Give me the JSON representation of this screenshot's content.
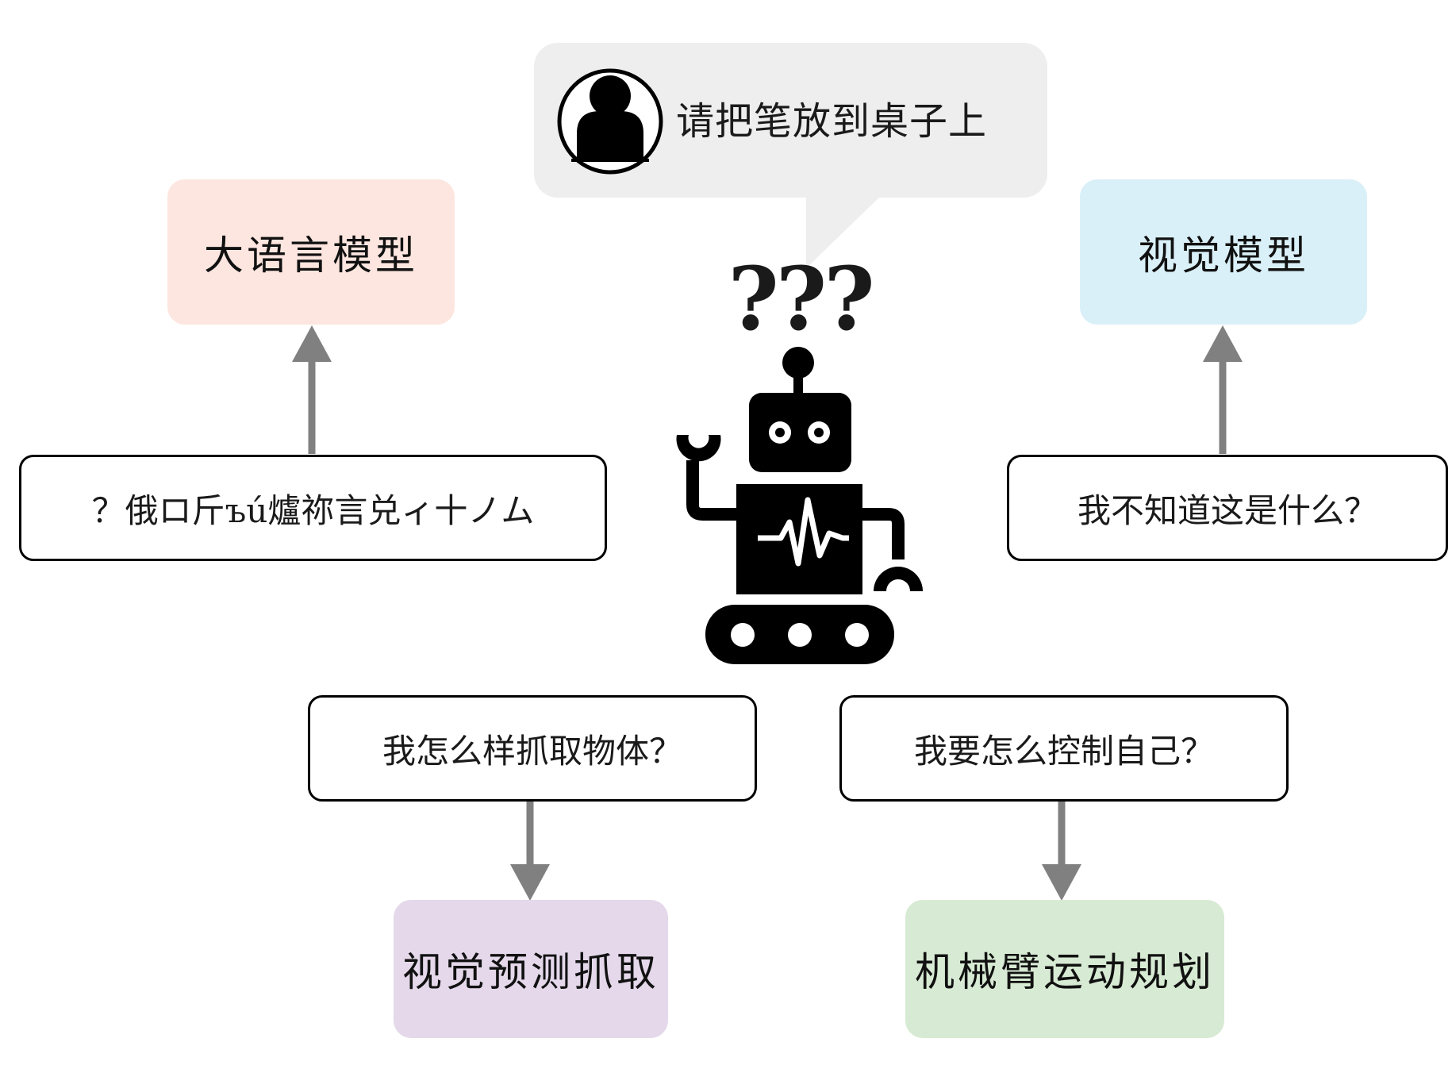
{
  "speech": {
    "text": "请把笔放到桌子上"
  },
  "robot": {
    "question_marks": "???"
  },
  "questions": {
    "language": "？俄ロ斤ъú爐祢言兑ィ十ノム",
    "vision": "我不知道这是什么？",
    "grasp": "我怎么样抓取物体？",
    "control": "我要怎么控制自己？"
  },
  "modules": {
    "llm": {
      "label": "大语言模型",
      "color": "#fde6df"
    },
    "vision": {
      "label": "视觉模型",
      "color": "#daf0f8"
    },
    "grasp": {
      "label": "视觉预测抓取",
      "color": "#e4d8ea"
    },
    "motion": {
      "label": "机械臂运动规划",
      "color": "#d7ead3"
    }
  },
  "colors": {
    "arrow": "#808080",
    "bubble": "#eeeeee",
    "robot": "#000000"
  }
}
